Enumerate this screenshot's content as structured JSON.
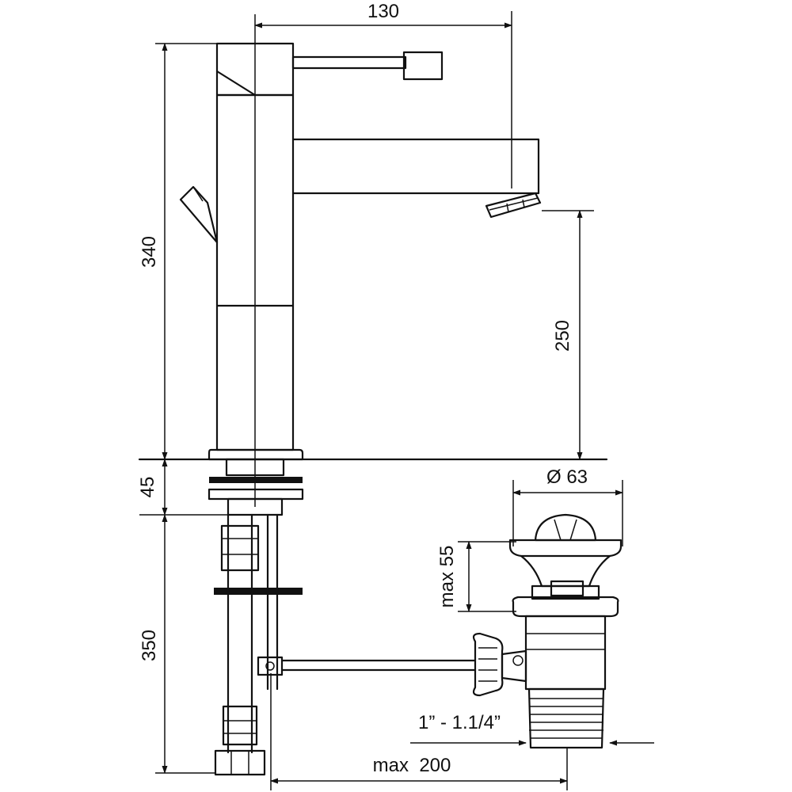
{
  "dimensions": {
    "spout_reach": "130",
    "total_height": "340",
    "spout_height": "250",
    "deck_thickness": "45",
    "hose_length": "350",
    "waste_diameter": "Ø 63",
    "waste_max_height": "max 55",
    "waste_thread": "1” - 1.1/4”",
    "pull_rod_max": "max  200"
  },
  "colors": {
    "line": "#111111",
    "background": "#ffffff"
  }
}
